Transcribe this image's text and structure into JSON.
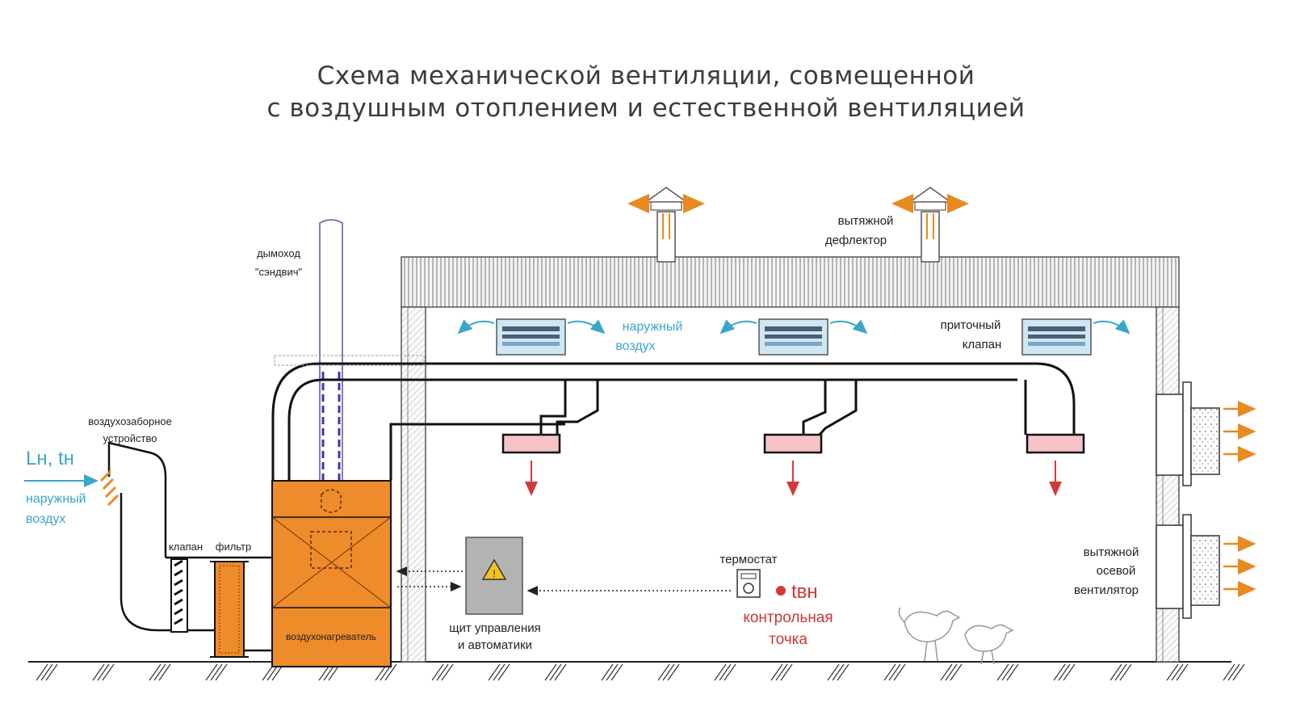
{
  "title": {
    "line1": "Схема механической вентиляции, совмещенной",
    "line2": "с воздушным отоплением и естественной вентиляцией"
  },
  "labels": {
    "chimney": [
      "дымоход",
      "\"сэндвич\""
    ],
    "exhaust_deflector": [
      "вытяжной",
      "дефлектор"
    ],
    "outdoor_air_top": [
      "наружный",
      "воздух"
    ],
    "supply_valve": [
      "приточный",
      "клапан"
    ],
    "air_intake": [
      "воздухозаборное",
      "устройство"
    ],
    "outdoor_params": "Lн, tн",
    "outdoor_air_left": [
      "наружный",
      "воздух"
    ],
    "damper": "клапан",
    "filter": "фильтр",
    "air_heater": "воздухонагреватель",
    "control_panel": [
      "щит управления",
      "и автоматики"
    ],
    "thermostat": "термостат",
    "inner_temp": "tвн",
    "control_point": [
      "контрольная",
      "точка"
    ],
    "axial_fan": [
      "вытяжной",
      "осевой",
      "вентилятор"
    ]
  },
  "colors": {
    "heater": "#ee8b2a",
    "arrow_orange": "#e88a1f",
    "arrow_blue": "#3aa6c9",
    "arrow_red": "#d23a3a",
    "diffuser_pink": "#f6c3c8",
    "panel_gray": "#b3b3b3",
    "warning_yellow": "#f4c21f"
  }
}
